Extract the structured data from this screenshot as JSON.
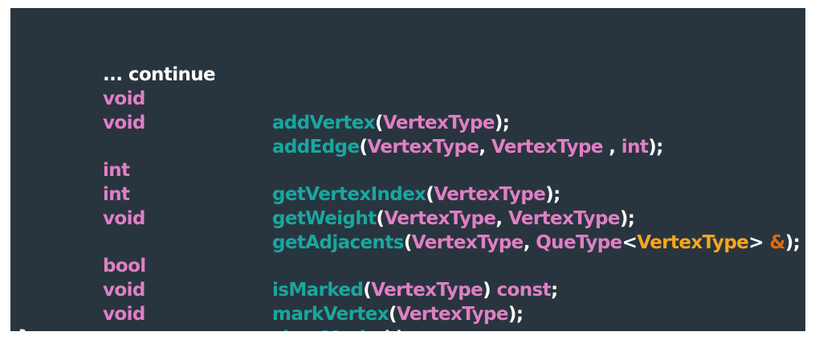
{
  "continue_text": "... continue",
  "closing_brace": "}",
  "lines": [
    {
      "ret": "void",
      "name": "addVertex",
      "open": "(",
      "p1": "VertexType",
      "close": ");"
    },
    {
      "ret": "void",
      "name": "addEdge",
      "open": "(",
      "p1": "VertexType",
      "sep1": ", ",
      "p2": "VertexType",
      "sep2": " , ",
      "p3": "int",
      "close": ");"
    },
    {
      "ret": "int",
      "name": "getVertexIndex",
      "open": "(",
      "p1": "VertexType",
      "close": ");"
    },
    {
      "ret": "int",
      "name": "getWeight",
      "open": "(",
      "p1": "VertexType",
      "sep1": ", ",
      "p2": "VertexType",
      "close": ");"
    },
    {
      "ret": "void",
      "name": "getAdjacents",
      "open": "(",
      "p1": "VertexType",
      "sep1": ", ",
      "p2": "QueType",
      "lt": "<",
      "targ": "VertexType",
      "gt": "> ",
      "amp": "&",
      "close": ");"
    },
    {
      "ret": "bool",
      "name": "isMarked",
      "open": "(",
      "p1": "VertexType",
      "close_paren": ")",
      "qual": " const",
      "close": ";"
    },
    {
      "ret": "void",
      "name": "markVertex",
      "open": "(",
      "p1": "VertexType",
      "close": ");"
    },
    {
      "ret": "void",
      "name": "clearMarks",
      "open": "(",
      "close": " );"
    }
  ]
}
